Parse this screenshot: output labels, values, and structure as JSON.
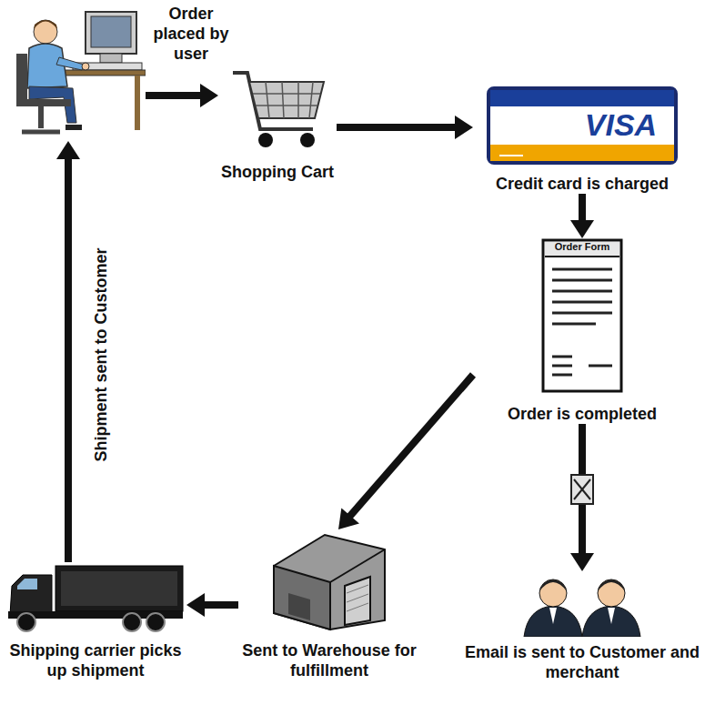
{
  "diagram": {
    "nodes": [
      {
        "text": []
      },
      {
        "text": [
          "Shopping Cart"
        ]
      },
      {
        "text": [
          "VISA",
          "Credit card is charged"
        ]
      },
      {
        "text": [
          "Order Form",
          "Order is completed"
        ]
      },
      {
        "text": [
          "Email is sent to Customer and merchant"
        ]
      },
      {
        "text": [
          "Sent to Warehouse for fulfillment"
        ]
      },
      {
        "text": [
          "Shipping carrier picks up shipment"
        ]
      }
    ],
    "edges": [
      {
        "from": 0,
        "to": 1,
        "arrow": "to",
        "label": "Order placed by user"
      },
      {
        "from": 1,
        "to": 2,
        "arrow": "to"
      },
      {
        "from": 2,
        "to": 3,
        "arrow": "to"
      },
      {
        "from": 3,
        "to": 5,
        "arrow": "to"
      },
      {
        "from": 3,
        "to": 4,
        "arrow": "to"
      },
      {
        "from": 5,
        "to": 6,
        "arrow": "to"
      },
      {
        "from": 6,
        "to": 0,
        "arrow": "to",
        "label": "Shipment sent to Customer"
      }
    ]
  }
}
